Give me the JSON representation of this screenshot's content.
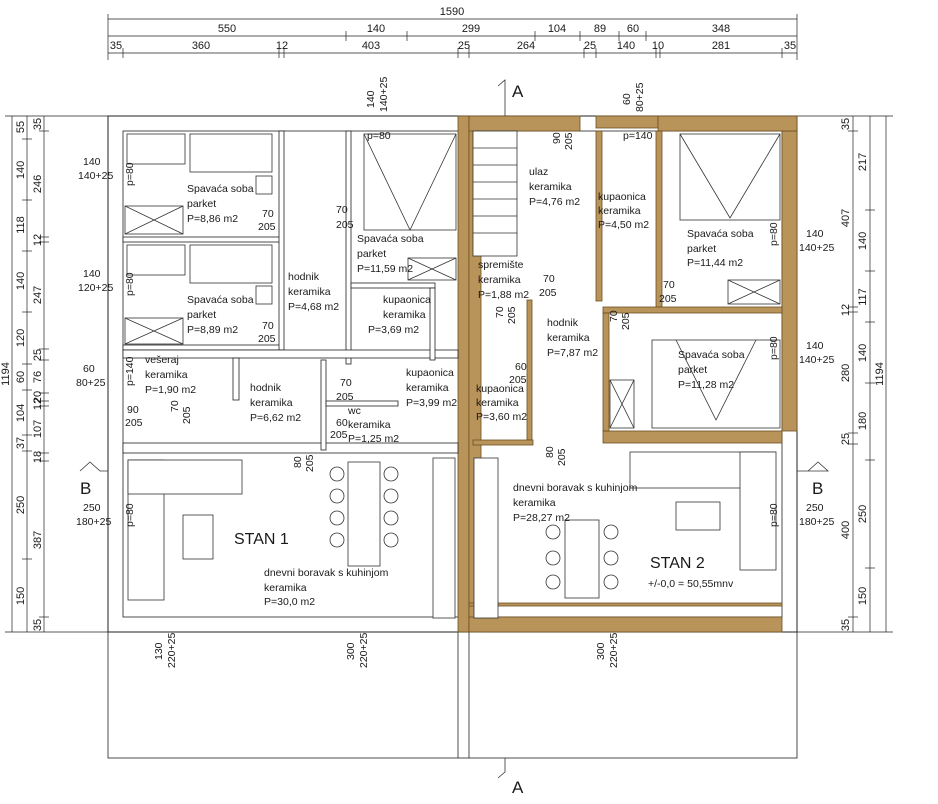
{
  "dims_top_total": "1590",
  "dims_top_row1": [
    "550",
    "140",
    "299",
    "104",
    "89",
    "60",
    "348"
  ],
  "dims_top_row2": [
    "35",
    "360",
    "12",
    "403",
    "25",
    "264",
    "25",
    "140",
    "10",
    "281",
    "35"
  ],
  "dims_left_total": "1194",
  "dims_left_a": [
    "55",
    "140",
    "118",
    "140",
    "120",
    "60",
    "104",
    "37",
    "250",
    "150"
  ],
  "dims_left_b": [
    "35",
    "246",
    "12",
    "247",
    "25",
    "76",
    "20",
    "12",
    "107",
    "18",
    "387",
    "35"
  ],
  "dims_right_total": "1194",
  "dims_right_a": [
    "217",
    "140",
    "117",
    "140",
    "180",
    "250",
    "150"
  ],
  "dims_right_b": [
    "35",
    "407",
    "12",
    "280",
    "25",
    "400",
    "35"
  ],
  "section_a": "A",
  "section_b": "B",
  "rooms": [
    {
      "id": "bed1",
      "lines": [
        "Spavaća soba",
        "parket",
        "P=8,86 m2"
      ]
    },
    {
      "id": "bed2",
      "lines": [
        "Spavaća soba",
        "parket",
        "P=8,89 m2"
      ]
    },
    {
      "id": "bed3",
      "lines": [
        "Spavaća soba",
        "parket",
        "P=11,59 m2"
      ]
    },
    {
      "id": "hall1",
      "lines": [
        "hodnik",
        "keramika",
        "P=4,68 m2"
      ]
    },
    {
      "id": "bath1",
      "lines": [
        "kupaonica",
        "keramika",
        "P=3,69 m2"
      ]
    },
    {
      "id": "wardrobe",
      "lines": [
        "vešeraj",
        "keramika",
        "P=1,90 m2"
      ]
    },
    {
      "id": "hall2",
      "lines": [
        "hodnik",
        "keramika",
        "P=6,62 m2"
      ]
    },
    {
      "id": "bath2",
      "lines": [
        "kupaonica",
        "keramika",
        "P=3,99 m2"
      ]
    },
    {
      "id": "wc",
      "lines": [
        "wc",
        "keramika",
        "P=1,25 m2"
      ]
    },
    {
      "id": "entry",
      "lines": [
        "ulaz",
        "keramika",
        "P=4,76 m2"
      ]
    },
    {
      "id": "storage",
      "lines": [
        "spremište",
        "keramika",
        "P=1,88 m2"
      ]
    },
    {
      "id": "hall3",
      "lines": [
        "hodnik",
        "keramika",
        "P=7,87 m2"
      ]
    },
    {
      "id": "bath3",
      "lines": [
        "kupaonica",
        "keramika",
        "P=3,60 m2"
      ]
    },
    {
      "id": "bath4",
      "lines": [
        "kupaonica",
        "keramika",
        "P=4,50 m2"
      ]
    },
    {
      "id": "bed4",
      "lines": [
        "Spavaća soba",
        "parket",
        "P=11,44 m2"
      ]
    },
    {
      "id": "bed5",
      "lines": [
        "Spavaća soba",
        "parket",
        "P=11,28 m2"
      ]
    },
    {
      "id": "living1",
      "lines": [
        "dnevni boravak s kuhinjom",
        "keramika",
        "P=30,0 m2"
      ]
    },
    {
      "id": "living2",
      "lines": [
        "dnevni boravak s kuhinjom",
        "keramika",
        "P=28,27 m2"
      ]
    }
  ],
  "unit1_label": "STAN 1",
  "unit2_label": "STAN 2",
  "level_mark": "+/-0,0 = 50,55mnv",
  "window_labels": [
    "140",
    "140+25",
    "140",
    "120+25",
    "60",
    "80+25",
    "140",
    "140+25",
    "140",
    "140+25",
    "250",
    "180+25",
    "250",
    "180+25",
    "140",
    "140+25",
    "60",
    "80+25",
    "130",
    "220+25",
    "300",
    "220+25",
    "300",
    "220+25"
  ],
  "door_labels": [
    "70",
    "205",
    "70",
    "205",
    "70",
    "205",
    "70",
    "205",
    "90",
    "205",
    "70",
    "205",
    "70",
    "205",
    "60",
    "205",
    "80",
    "205",
    "90",
    "205",
    "60",
    "205",
    "70",
    "205",
    "70",
    "205",
    "70",
    "205",
    "80",
    "205"
  ],
  "parapets": [
    "p=80",
    "p=80",
    "p=80",
    "p=140",
    "p=140",
    "p=80",
    "p=80",
    "p=80",
    "p=80"
  ]
}
